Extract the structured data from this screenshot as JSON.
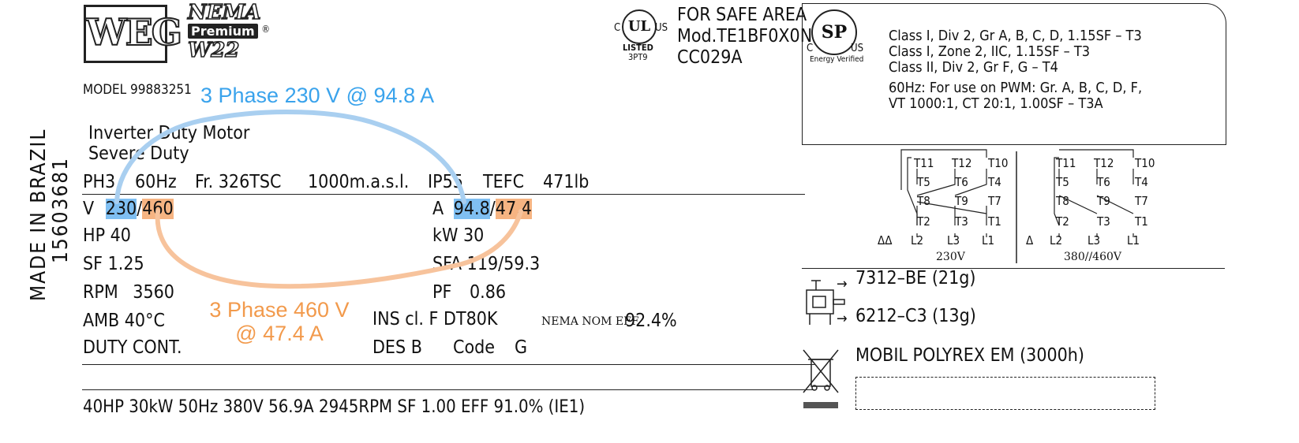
{
  "brand": {
    "logo": "WEG",
    "nema_top": "NEMA",
    "nema_mid": "Premium",
    "nema_bottom": "W22",
    "registered": "®"
  },
  "cert": {
    "ul_c": "C",
    "ul_mark": "UL",
    "ul_us": "US",
    "ul_listed": "LISTED",
    "ul_code": "3PT9",
    "safe_area_1": "FOR SAFE AREA",
    "safe_area_2": "Mod.TE1BF0X0N",
    "safe_area_3": "CC029A",
    "csa_c": "C",
    "csa_mark": "SP",
    "csa_us": "US",
    "csa_energy": "Energy Verified",
    "hazloc": [
      "Class I, Div 2, Gr A, B, C, D, 1.15SF – T3",
      "Class I, Zone 2, IIC, 1.15SF – T3",
      "Class II, Div 2, Gr F, G – T4"
    ],
    "pwm_1": "60Hz: For use on PWM: Gr. A, B, C, D, F,",
    "pwm_2": "VT 1000:1, CT 20:1, 1.00SF – T3A"
  },
  "model": "MODEL 99883251",
  "made_in": "MADE IN BRAZIL",
  "serial": "15603681",
  "motor_type_1": "Inverter Duty Motor",
  "motor_type_2": "Severe Duty",
  "specs_row": {
    "ph": "PH3",
    "hz": "60Hz",
    "frame": "Fr. 326TSC",
    "alt": "1000m.a.s.l.",
    "ip": "IP55",
    "enc": "TEFC",
    "weight": "471lb"
  },
  "left": {
    "v_label": "V",
    "v1": "230",
    "sep": "/",
    "v2": "460",
    "hp": "HP 40",
    "sf": "SF 1.25",
    "rpm_label": "RPM",
    "rpm": "3560",
    "amb": "AMB 40°C",
    "duty": "DUTY CONT."
  },
  "right": {
    "a_label": "A",
    "a1": "94.8",
    "sep": "/",
    "a2": "47.4",
    "kw": "kW 30",
    "sfa": "SFA 119/59.3",
    "pf_label": "PF",
    "pf": "0.86",
    "ins": "INS cl. F  DT80K",
    "nema_eff_label": "NEMA NOM EFF",
    "nema_eff": "92.4%",
    "des": "DES B",
    "code_label": "Code",
    "code": "G"
  },
  "footer": "40HP   30kW   50Hz   380V   56.9A   2945RPM   SF 1.00   EFF 91.0%   (IE1)",
  "annotations": {
    "blue": "3 Phase 230 V @ 94.8 A",
    "orange_1": "3 Phase 460 V",
    "orange_2": "@ 47.4 A",
    "blue_color": "#3aa3ec",
    "orange_color": "#f29a4c"
  },
  "wiring": {
    "dd": {
      "top": [
        "T11",
        "T12",
        "T10"
      ],
      "mid1": [
        "T5",
        "T6",
        "T4"
      ],
      "mid2": [
        "T8",
        "T9",
        "T7"
      ],
      "low": [
        "T2",
        "T3",
        "T1"
      ],
      "lines": [
        "L2",
        "L3",
        "L1"
      ],
      "symbol": "ΔΔ",
      "voltage": "230V"
    },
    "d": {
      "top": [
        "T11",
        "T12",
        "T10"
      ],
      "mid1": [
        "T5",
        "T6",
        "T4"
      ],
      "mid2": [
        "T8",
        "T9",
        "T7"
      ],
      "low": [
        "T2",
        "T3",
        "T1"
      ],
      "lines": [
        "L2",
        "L3",
        "L1"
      ],
      "symbol": "Δ",
      "voltage": "380//460V"
    }
  },
  "bearings": {
    "de": "7312–BE (21g)",
    "nde": "6212–C3 (13g)"
  },
  "grease": "MOBIL POLYREX EM (3000h)"
}
